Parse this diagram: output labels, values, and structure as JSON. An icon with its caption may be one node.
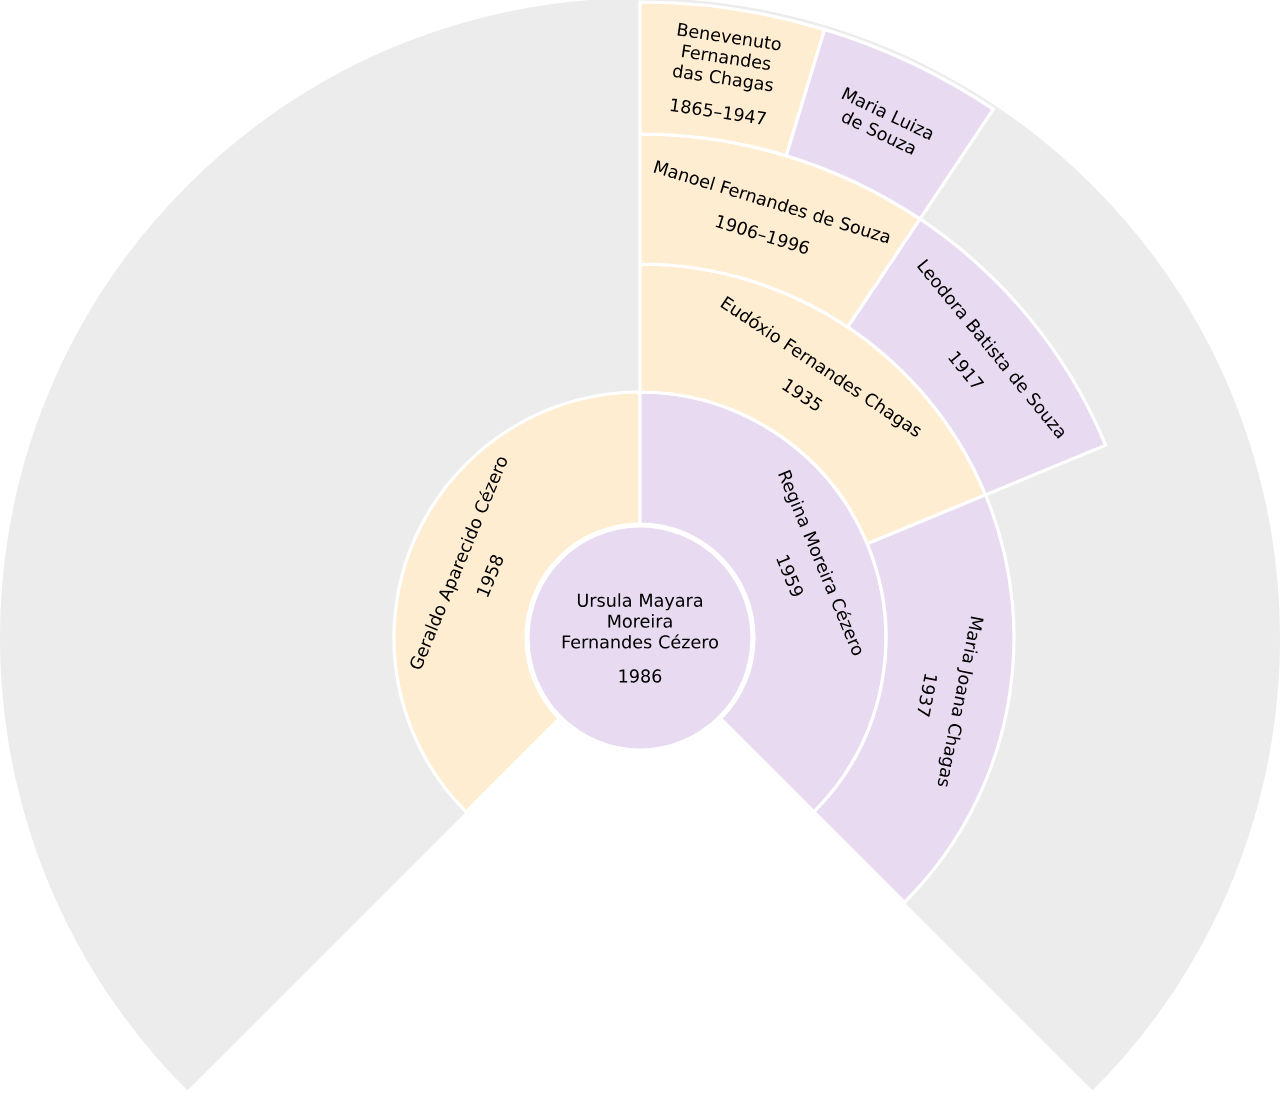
{
  "diagram": {
    "nodes": [
      {
        "text": [
          "Ursula Mayara Moreira Fernandes Cézero",
          "1986"
        ]
      },
      {
        "text": [
          "Geraldo Aparecido Cézero",
          "1958"
        ]
      },
      {
        "text": [
          "Regina Moreira Cézero",
          "1959"
        ]
      },
      {
        "text": [
          "Eudóxio Fernandes Chagas",
          "1935"
        ]
      },
      {
        "text": [
          "Maria Joana Chagas",
          "1937"
        ]
      },
      {
        "text": [
          "Manoel Fernandes de Souza",
          "1906–1996"
        ]
      },
      {
        "text": [
          "Leodora Batista de Souza",
          "1917"
        ]
      },
      {
        "text": [
          "Benevenuto Fernandes das Chagas",
          "1865–1947"
        ]
      },
      {
        "text": [
          "Maria Luiza de Souza"
        ]
      }
    ]
  }
}
